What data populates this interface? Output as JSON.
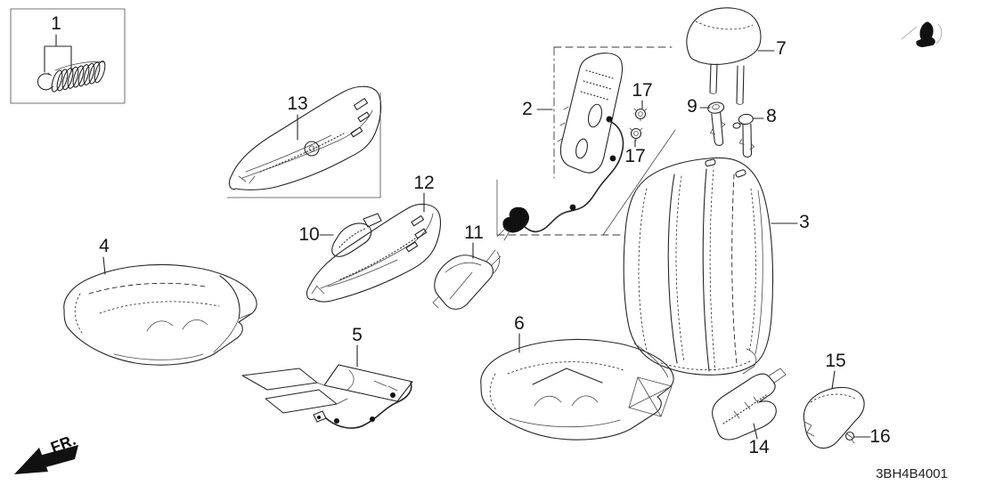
{
  "meta": {
    "drawing_code": "3BH4B4001",
    "front_label": "FR."
  },
  "callouts": {
    "c1": "1",
    "c2": "2",
    "c3": "3",
    "c4": "4",
    "c5": "5",
    "c6": "6",
    "c7": "7",
    "c8": "8",
    "c9": "9",
    "c10": "10",
    "c11": "11",
    "c12": "12",
    "c13": "13",
    "c14": "14",
    "c15": "15",
    "c16": "16",
    "c17_upper": "17",
    "c17_lower": "17"
  },
  "icons": {
    "front_direction": "fr-arrow-icon",
    "page_mark": "seat-silhouette-icon"
  },
  "colors": {
    "background": "#ffffff",
    "line": "#262626",
    "label": "#161616"
  }
}
